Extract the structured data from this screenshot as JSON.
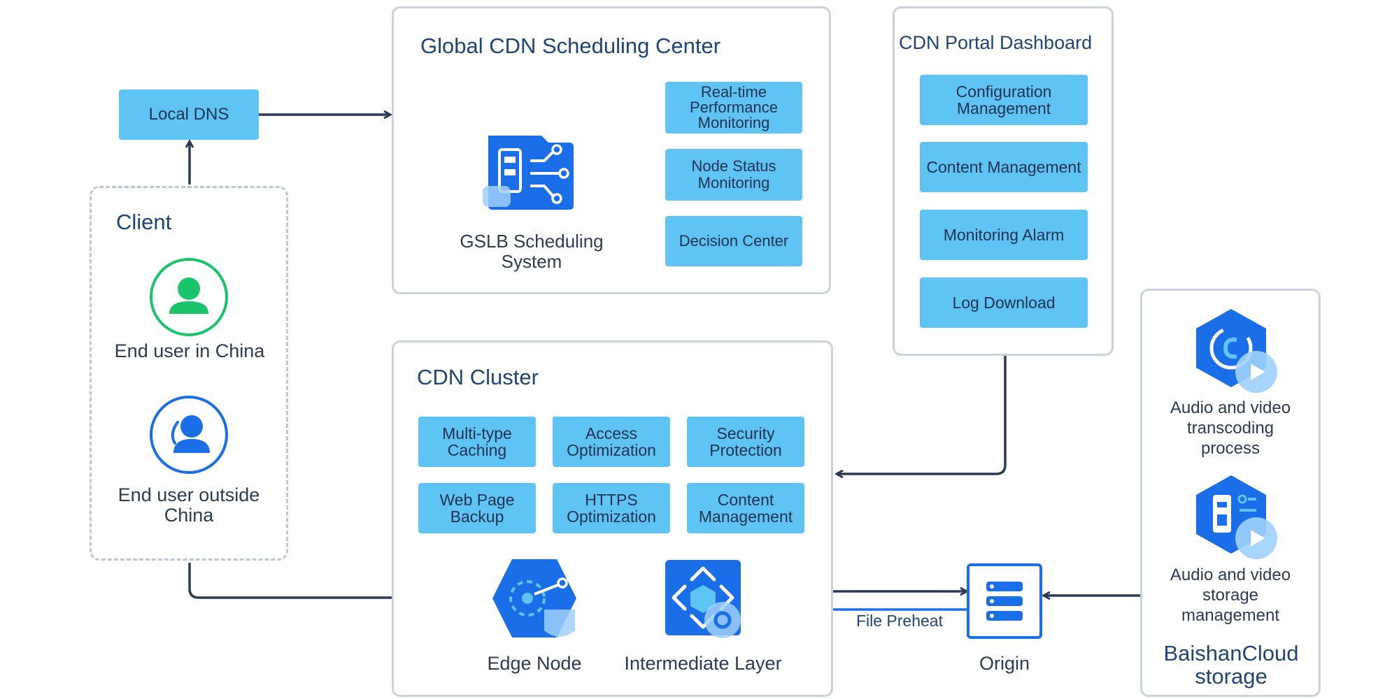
{
  "local_dns": {
    "label": "Local DNS"
  },
  "client": {
    "title": "Client",
    "china_user": "End user in China",
    "overseas_user": "End user outside China"
  },
  "scheduling": {
    "title": "Global CDN Scheduling Center",
    "gslb_label": "GSLB Scheduling System",
    "modules": [
      "Real-time Performance Monitoring",
      "Node Status Monitoring",
      "Decision Center"
    ]
  },
  "portal": {
    "title": "CDN Portal Dashboard",
    "items": [
      "Configuration Management",
      "Content Management",
      "Monitoring Alarm",
      "Log Download"
    ]
  },
  "cluster": {
    "title": "CDN Cluster",
    "features": [
      "Multi-type Caching",
      "Access Optimization",
      "Security Protection",
      "Web Page Backup",
      "HTTPS Optimization",
      "Content Management"
    ],
    "edge_node": "Edge Node",
    "intermediate_layer": "Intermediate Layer"
  },
  "origin": {
    "label": "Origin",
    "preheat_label": "File Preheat"
  },
  "storage": {
    "title": "BaishanCloud storage",
    "transcoding": "Audio and video transcoding process",
    "storage_mgmt": "Audio and video storage management"
  },
  "colors": {
    "chip": "#5ec4f4",
    "title": "#1f4478",
    "icon_blue": "#1a6fe8",
    "user_green": "#19c46a",
    "dark_arrow": "#2b3a55",
    "blue_arrow": "#1a6fe8"
  }
}
